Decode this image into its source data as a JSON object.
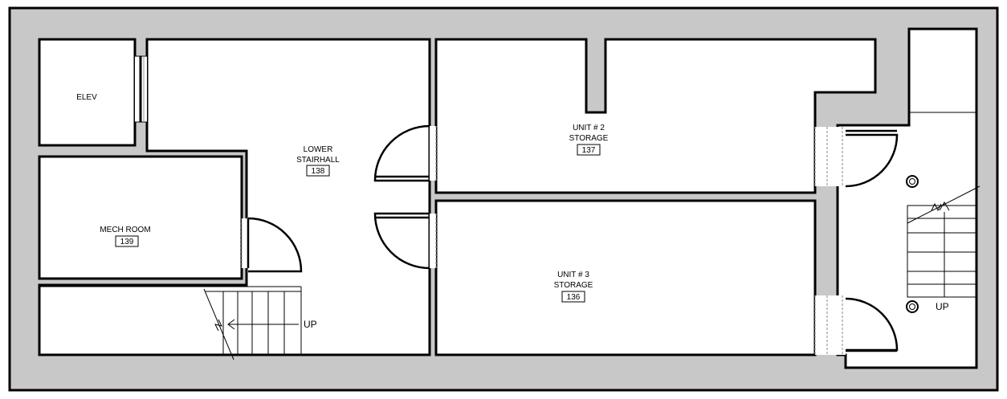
{
  "rooms": {
    "elev": {
      "name": "ELEV"
    },
    "mech": {
      "name": "MECH ROOM",
      "number": "139"
    },
    "stairhall": {
      "name_line1": "LOWER",
      "name_line2": "STAIRHALL",
      "number": "138"
    },
    "unit2": {
      "name_line1": "UNIT # 2",
      "name_line2": "STORAGE",
      "number": "137"
    },
    "unit3": {
      "name_line1": "UNIT # 3",
      "name_line2": "STORAGE",
      "number": "136"
    }
  },
  "stairs": {
    "lower_left_label": "UP",
    "right_label": "UP"
  },
  "colors": {
    "wall_fill": "#c8c8c8",
    "line": "#000000",
    "room_fill": "#ffffff"
  }
}
